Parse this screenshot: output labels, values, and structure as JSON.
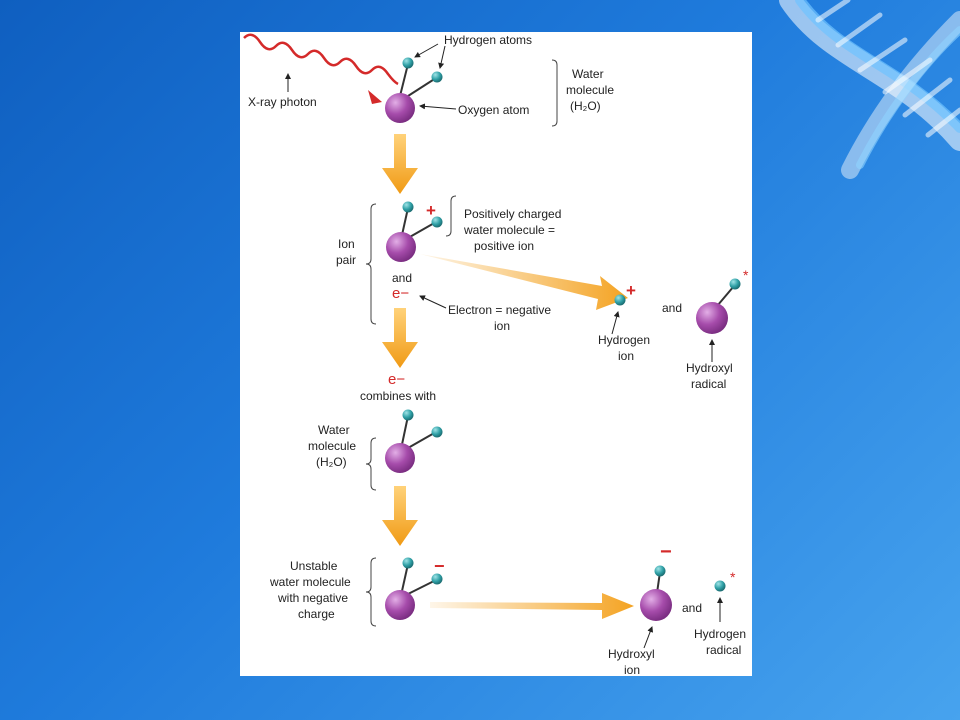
{
  "colors": {
    "oxygen": "#a64cab",
    "hydrogen": "#2fa0a6",
    "arrow": "#f4a322",
    "photon": "#d42a2a",
    "charge": "#d42a2a",
    "text": "#222222"
  },
  "labels": {
    "hydrogen_atoms": "Hydrogen atoms",
    "xray_photon": "X-ray photon",
    "oxygen_atom": "Oxygen atom",
    "water_molecule_top": [
      "Water",
      "molecule",
      "(H₂O)"
    ],
    "ion_pair": [
      "Ion",
      "pair"
    ],
    "positive_ion": [
      "Positively charged",
      "water molecule =",
      "positive ion"
    ],
    "and_1": "and",
    "electron": "e−",
    "electron_negative": [
      "Electron = negative",
      "ion"
    ],
    "plus": "+",
    "and_2": "and",
    "hydrogen_ion": [
      "Hydrogen",
      "ion"
    ],
    "hydroxyl_radical": [
      "Hydroxyl",
      "radical"
    ],
    "radical_mark": "*",
    "electron_2": "e−",
    "combines_with": "combines with",
    "water_molecule_mid": [
      "Water",
      "molecule",
      "(H₂O)"
    ],
    "unstable": [
      "Unstable",
      "water molecule",
      "with negative",
      "charge"
    ],
    "minus": "−",
    "and_3": "and",
    "hydroxyl_ion": [
      "Hydroxyl",
      "ion"
    ],
    "hydrogen_radical": [
      "Hydrogen",
      "radical"
    ]
  }
}
